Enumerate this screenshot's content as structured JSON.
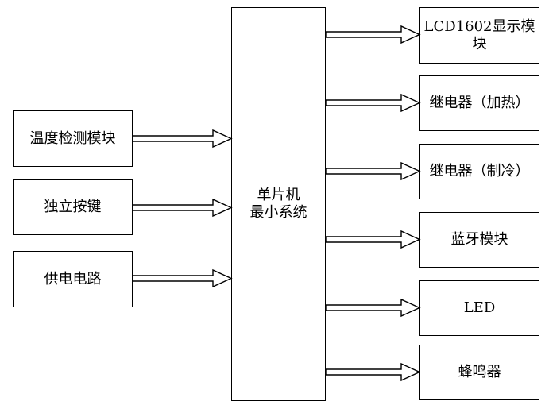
{
  "inputs": [
    {
      "id": "temp",
      "label": "温度检测模块"
    },
    {
      "id": "keys",
      "label": "独立按键"
    },
    {
      "id": "power",
      "label": "供电电路"
    }
  ],
  "mcu": {
    "line1": "单片机",
    "line2": "最小系统"
  },
  "outputs": [
    {
      "id": "lcd",
      "line1": "LCD1602显示模",
      "line2": "块"
    },
    {
      "id": "relay-heat",
      "label": "继电器（加热）"
    },
    {
      "id": "relay-cool",
      "label": "继电器（制冷）"
    },
    {
      "id": "bluetooth",
      "label": "蓝牙模块"
    },
    {
      "id": "led",
      "label": "LED"
    },
    {
      "id": "buzzer",
      "label": "蜂鸣器"
    }
  ]
}
